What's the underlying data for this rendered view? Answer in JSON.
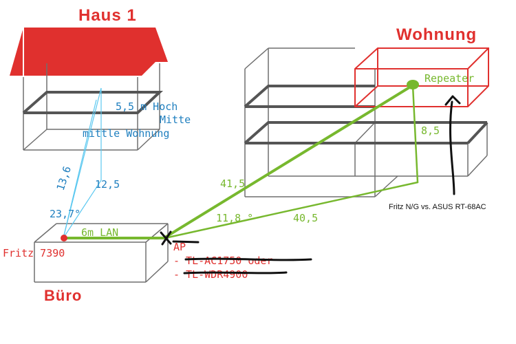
{
  "colors": {
    "red": "#e0302e",
    "blue": "#1f7fbf",
    "lightblue": "#5bc8f0",
    "green": "#77b82e",
    "gray": "#6f6f6f",
    "black": "#111111"
  },
  "buildings": {
    "haus": {
      "title": "Haus 1"
    },
    "wohnung": {
      "title": "Wohnung"
    },
    "buero": {
      "title": "Büro"
    }
  },
  "labels": {
    "hoch": "5,5 m Hoch",
    "mitte": "Mitte",
    "mittle_wohnung": "mittle Wohnung",
    "dist_13_6": "13,6",
    "dist_12_5": "12,5",
    "angle_23_7": "23,7°",
    "lan": "6m LAN",
    "fritz": "Fritz 7390",
    "ap": "AP",
    "tl_ac": "- TL-AC1750 oder",
    "tl_wdr": "- TL-WDR4900",
    "repeater": "Repeater",
    "dist_41_5": "41,5",
    "angle_11_8": "11,8 °",
    "dist_40_5": "40,5",
    "dist_8_5": "8,5",
    "fritz_vs_asus": "Fritz N/G vs. ASUS RT-68AC"
  }
}
